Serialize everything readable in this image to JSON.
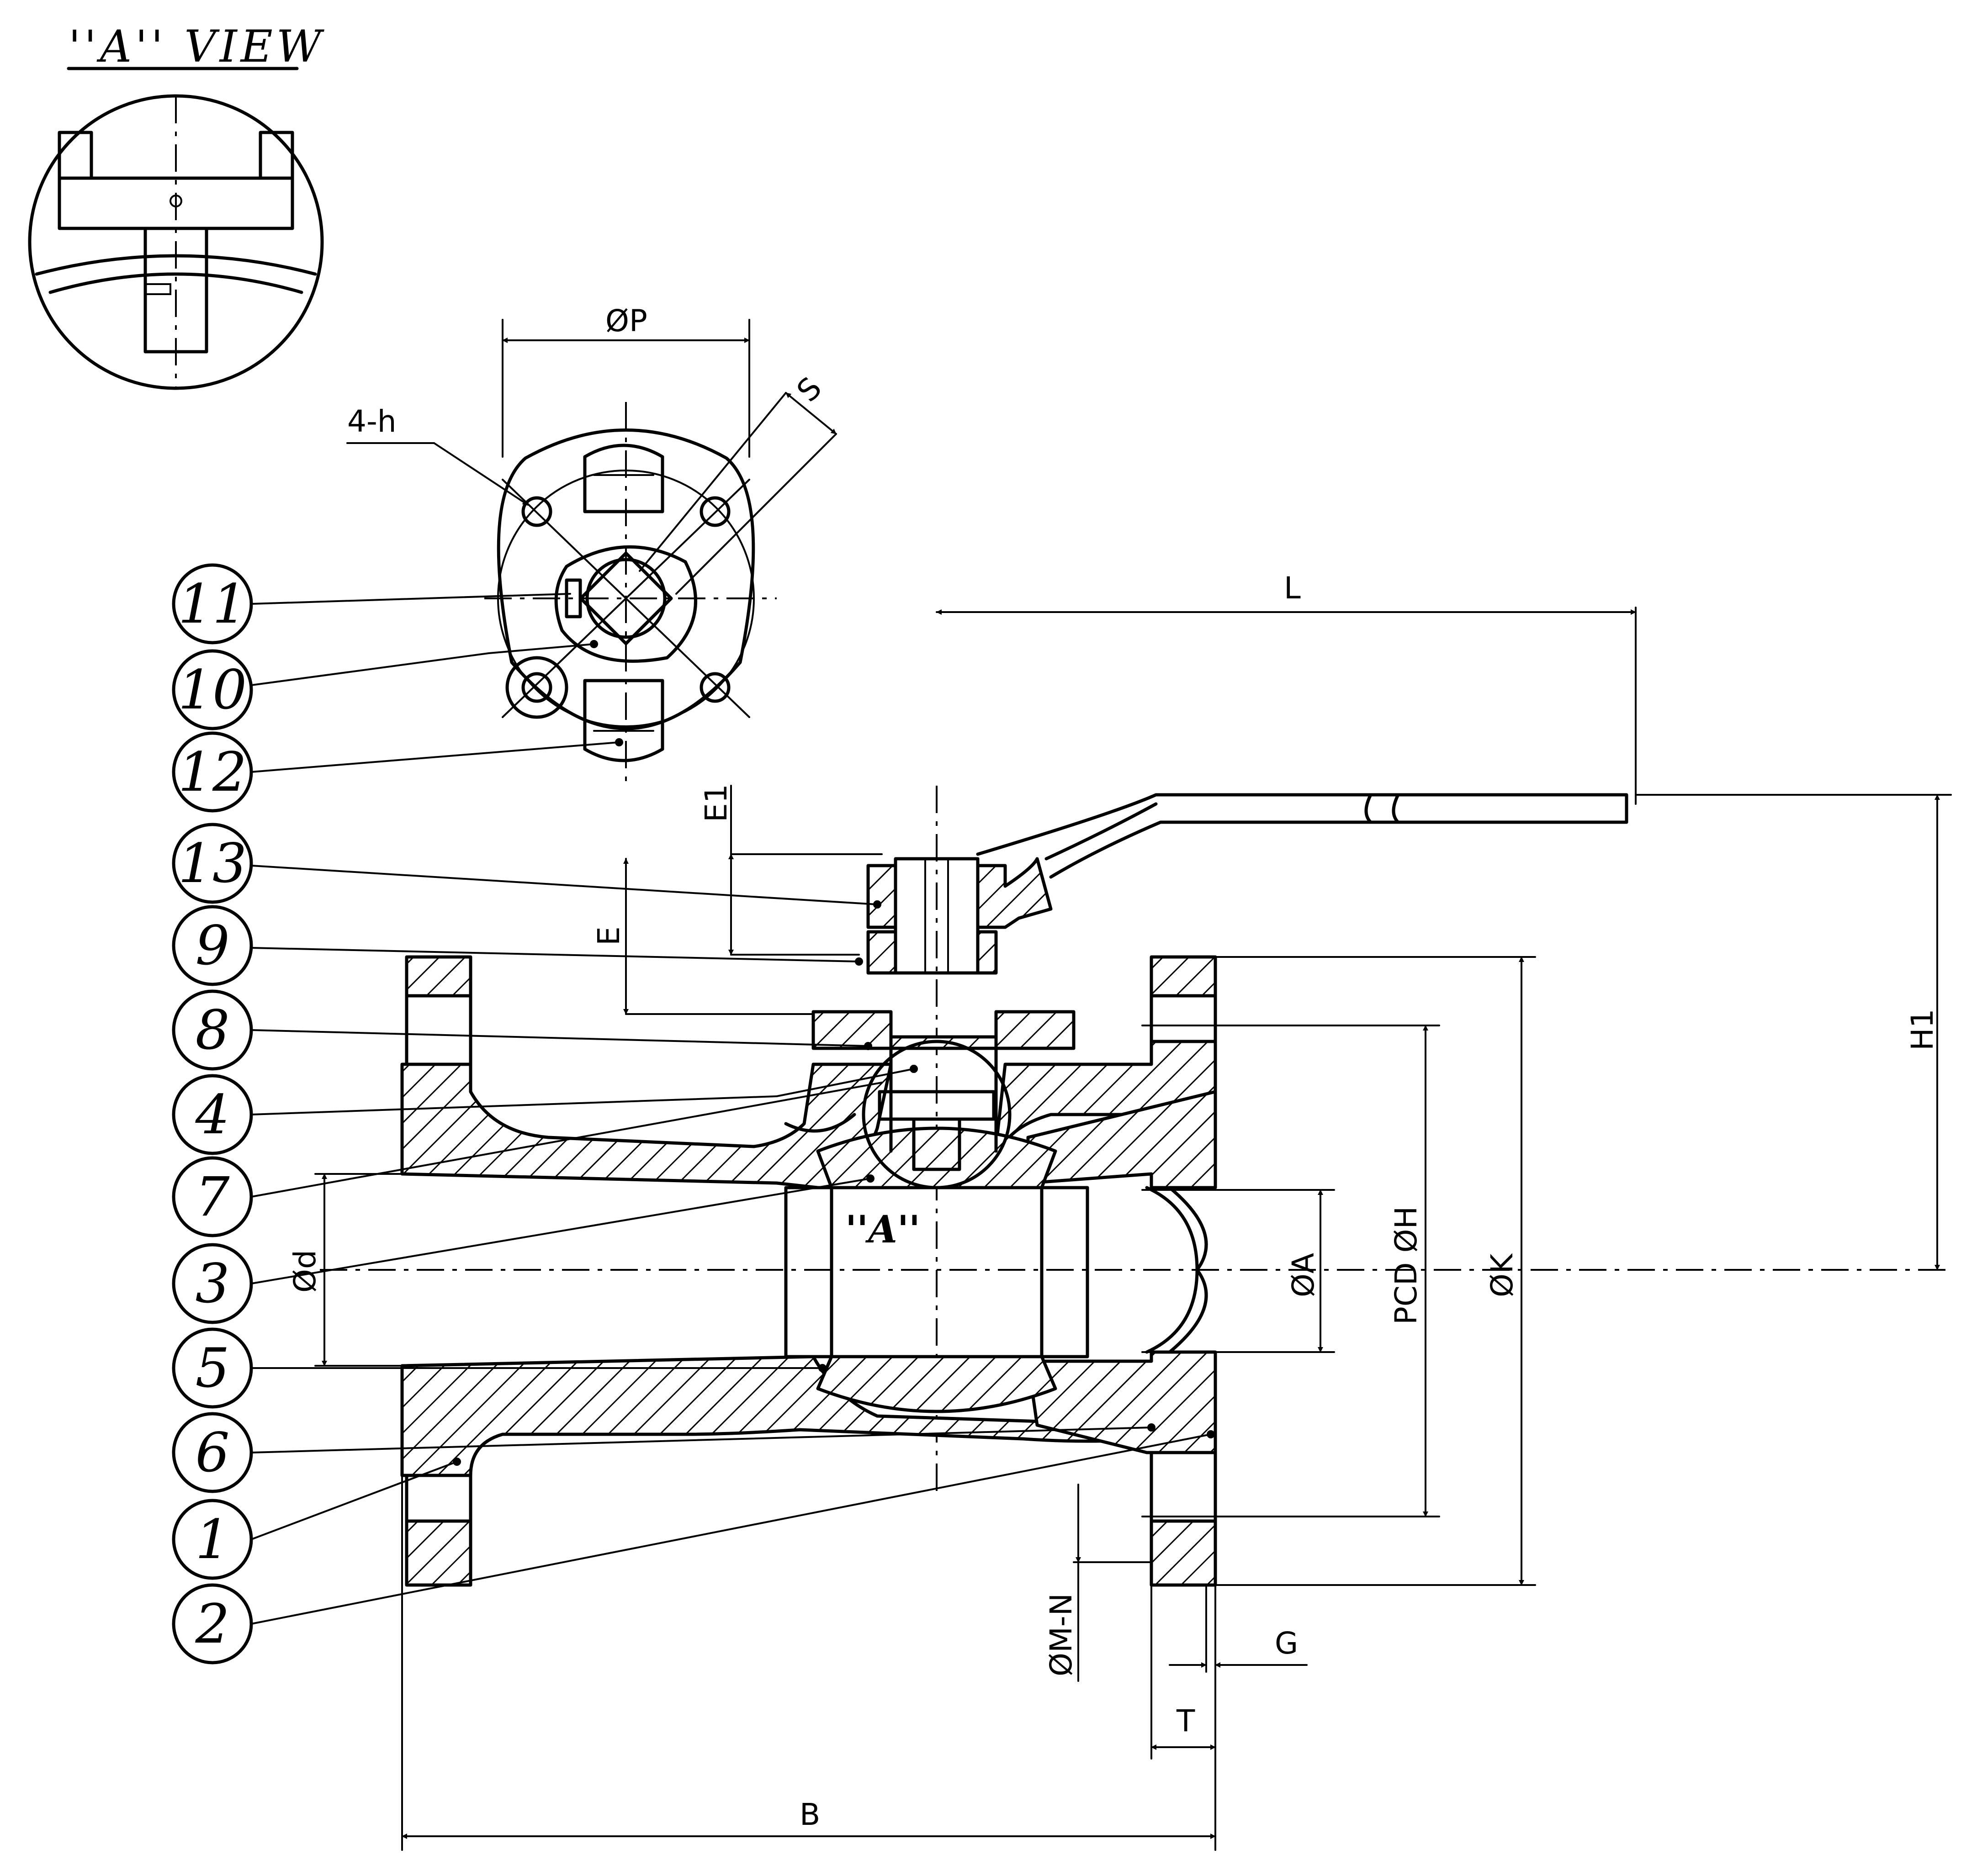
{
  "view_title": "''A'' VIEW",
  "section_marker": "''A''",
  "dimensions": {
    "P": "ØP",
    "S": "S",
    "h": "4-h",
    "L": "L",
    "E1": "E1",
    "E": "E",
    "H1": "H1",
    "d": "Ød",
    "A": "ØA",
    "H": "PCD ØH",
    "K": "ØK",
    "MN": "ØM-N",
    "G": "G",
    "T": "T",
    "B": "B"
  },
  "balloons": [
    "11",
    "10",
    "12",
    "13",
    "9",
    "8",
    "4",
    "7",
    "3",
    "5",
    "6",
    "1",
    "2"
  ]
}
